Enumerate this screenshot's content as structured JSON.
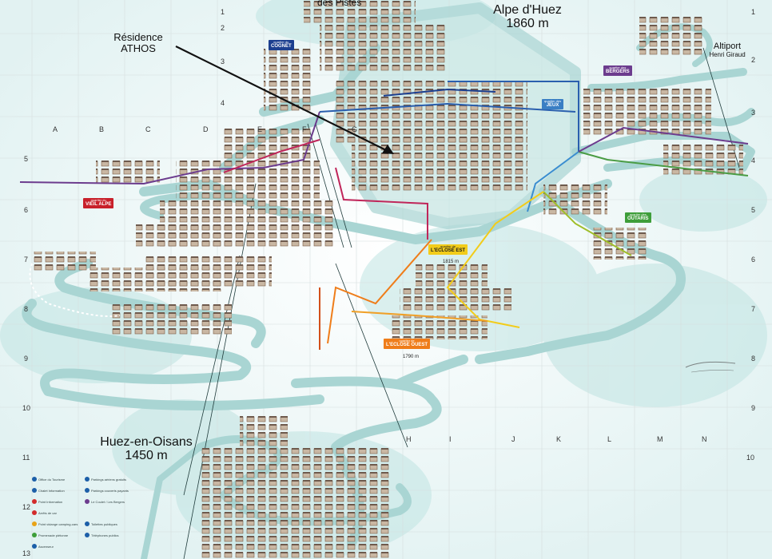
{
  "map": {
    "towns": {
      "pistes": "des Pistes",
      "alpe_name": "Alpe d'Huez",
      "alpe_alt": "1860 m",
      "huez_name": "Huez-en-Oisans",
      "huez_alt": "1450 m",
      "altiport_name": "Altiport",
      "altiport_sub": "Henri Giraud"
    },
    "callout": {
      "line1": "Résidence",
      "line2": "ATHOS"
    },
    "quarters": [
      {
        "pre": "quartier du",
        "name": "COGNET",
        "color": "#1c3f8f"
      },
      {
        "pre": "quartier des",
        "name": "BERGERS",
        "color": "#6c3c8e"
      },
      {
        "pre": "quartier des",
        "name": "JEUX",
        "color": "#3a7fc4"
      },
      {
        "pre": "quartier du",
        "name": "VIEIL ALPE",
        "color": "#c8202a"
      },
      {
        "pre": "quartier des",
        "name": "OUTARIS",
        "color": "#3e9e3a"
      },
      {
        "pre": "quartier de",
        "name": "L'ECLOSE EST",
        "color": "#f2cc1a",
        "text": "#1a1a1a"
      },
      {
        "pre": "quartier de",
        "name": "L'ECLOSE OUEST",
        "color": "#ef7d1a"
      }
    ],
    "altitudes": {
      "eclose_est": "1815 m",
      "eclose_ouest": "1790 m"
    },
    "grid": {
      "cols": [
        "A",
        "B",
        "C",
        "D",
        "E",
        "F",
        "G",
        "H",
        "I",
        "J",
        "K",
        "L",
        "M",
        "N"
      ],
      "rows_left": [
        "1",
        "2",
        "3",
        "4",
        "5",
        "6",
        "7",
        "8",
        "9",
        "10",
        "11",
        "12",
        "13"
      ],
      "rows_right": [
        "1",
        "2",
        "3",
        "4",
        "5",
        "6",
        "7",
        "8",
        "9",
        "10"
      ]
    },
    "legend": [
      {
        "icon": "tourism-office-icon",
        "label": "Office du Tourisme",
        "color": "#1c5fa8"
      },
      {
        "icon": "info-chalet-icon",
        "label": "Chalet Information",
        "color": "#1c5fa8"
      },
      {
        "icon": "info-point-icon",
        "label": "Point Information",
        "color": "#d22b2b"
      },
      {
        "icon": "bus-stop-icon",
        "label": "Arrêts de car",
        "color": "#d22b2b"
      },
      {
        "icon": "camping-car-icon",
        "label": "Point vidange camping-cars",
        "color": "#e8a317"
      },
      {
        "icon": "pedestrian-icon",
        "label": "Promenade piétonne",
        "color": "#3e9e3a"
      },
      {
        "icon": "lift-icon",
        "label": "Ascenseur",
        "color": "#1c5fa8"
      },
      {
        "icon": "parking-free-icon",
        "label": "Parkings aériens gratuits",
        "color": "#1c5fa8"
      },
      {
        "icon": "parking-covered-icon",
        "label": "Parkings couverts payants",
        "color": "#1c5fa8"
      },
      {
        "icon": "shuttle-icon",
        "label": "Le Coulet / Les Bergers",
        "color": "#6c3c8e"
      },
      {
        "icon": "toilets-icon",
        "label": "Toilettes publiques",
        "color": "#1c5fa8"
      },
      {
        "icon": "phone-icon",
        "label": "Téléphones publics",
        "color": "#1c5fa8"
      }
    ]
  }
}
